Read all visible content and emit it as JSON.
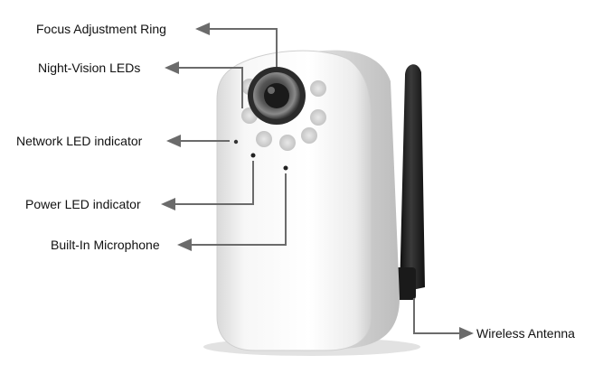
{
  "labels": {
    "focus": "Focus Adjustment Ring",
    "night_vision": "Night-Vision LEDs",
    "network_led": "Network LED indicator",
    "power_led": "Power LED indicator",
    "microphone": "Built-In Microphone",
    "antenna": "Wireless Antenna"
  },
  "colors": {
    "arrow": "#6b6b6b",
    "camera_body": "#f4f4f4",
    "antenna": "#1c1c1c"
  }
}
